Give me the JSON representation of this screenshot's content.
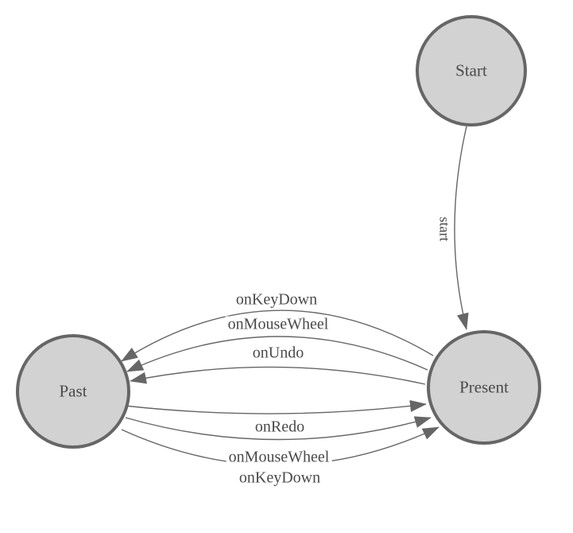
{
  "diagram": {
    "type": "state-machine",
    "colors": {
      "background": "#ffffff",
      "node_fill": "#d2d2d2",
      "node_border": "#666666",
      "edge_stroke": "#666666",
      "arrowhead_fill": "#666666",
      "label_text": "#4a4a4a"
    },
    "nodes": [
      {
        "id": "start",
        "label": "Start"
      },
      {
        "id": "present",
        "label": "Present"
      },
      {
        "id": "past",
        "label": "Past"
      }
    ],
    "edges": [
      {
        "from": "start",
        "to": "present",
        "label": "start"
      },
      {
        "from": "present",
        "to": "past",
        "label": "onKeyDown"
      },
      {
        "from": "present",
        "to": "past",
        "label": "onMouseWheel"
      },
      {
        "from": "present",
        "to": "past",
        "label": "onUndo"
      },
      {
        "from": "past",
        "to": "present",
        "label": "onRedo"
      },
      {
        "from": "past",
        "to": "present",
        "label": "onMouseWheel"
      },
      {
        "from": "past",
        "to": "present",
        "label": "onKeyDown"
      }
    ]
  }
}
